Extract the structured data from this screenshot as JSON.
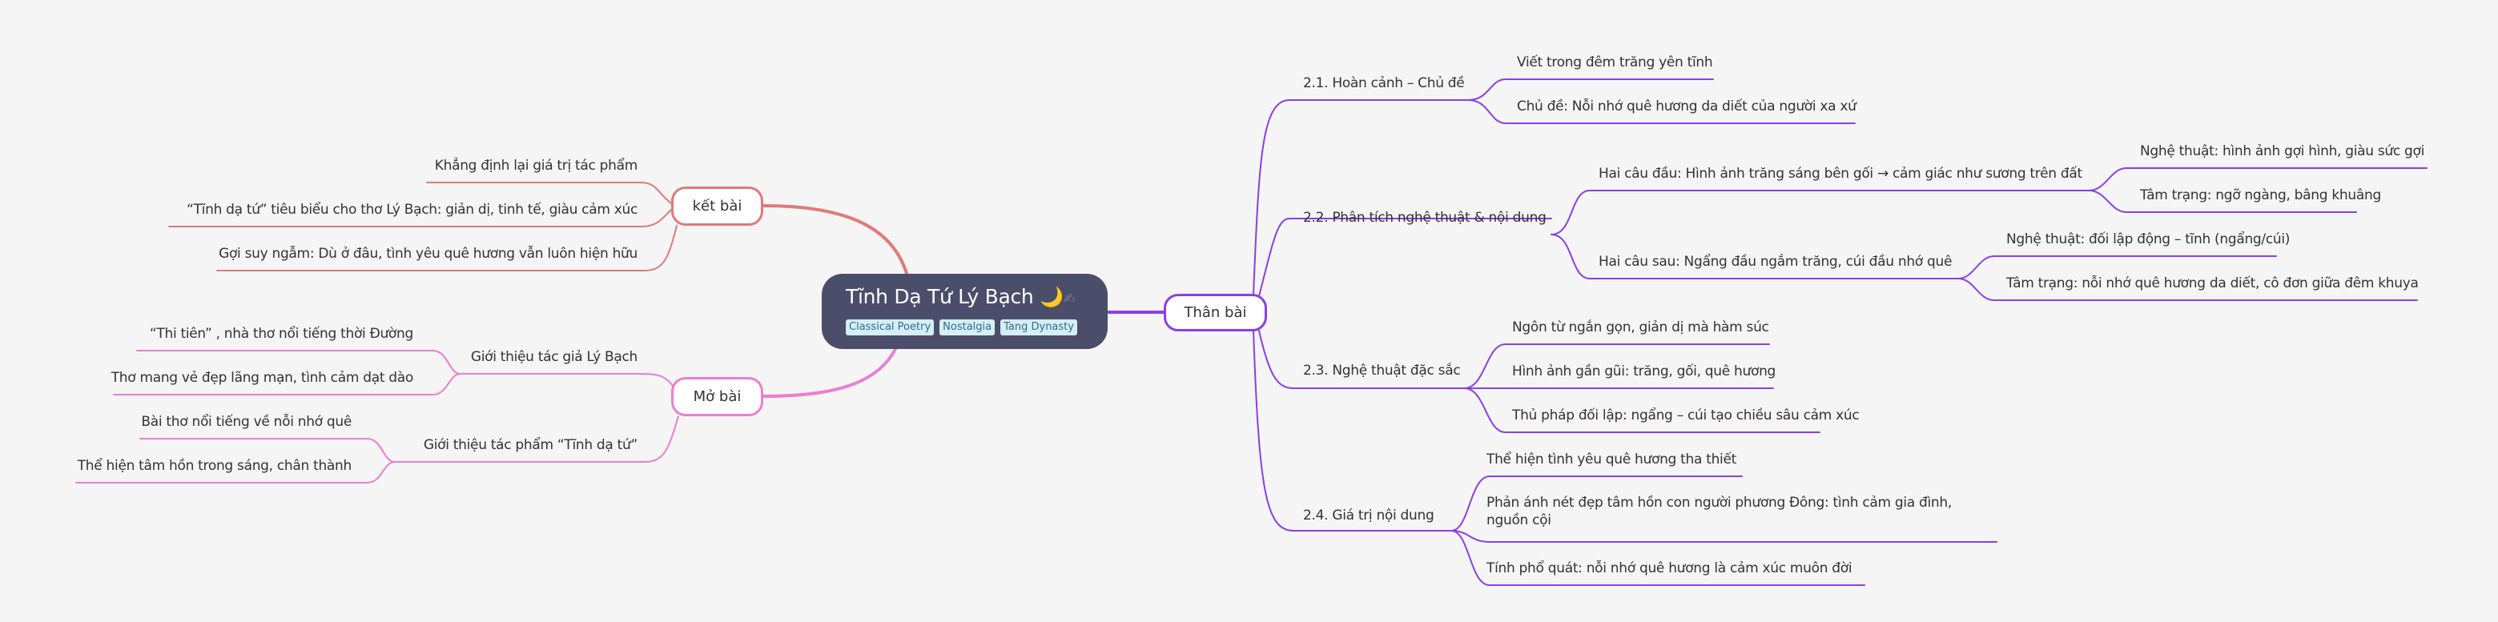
{
  "root": {
    "title": "Tĩnh Dạ Tứ Lý Bạch",
    "emoji_moon": "🌙",
    "emoji_writing": "✍",
    "tags": [
      "Classical Poetry",
      "Nostalgia",
      "Tang Dynasty"
    ]
  },
  "colors": {
    "ket_bai": "#e07a7a",
    "mo_bai": "#e97fd0",
    "than_bai": "#8a3fe6",
    "root_bg": "#4a4e6b",
    "tag_bg": "#d6eef6",
    "tag_text": "#2d6f86"
  },
  "ket_bai": {
    "label": "kết bài",
    "children": [
      "Khẳng định lại giá trị tác phẩm",
      "“Tĩnh dạ tứ”   tiêu biểu cho thơ Lý Bạch: giản dị, tinh tế, giàu cảm xúc",
      "Gợi suy ngẫm: Dù ở đâu, tình yêu quê hương vẫn luôn hiện hữu"
    ]
  },
  "mo_bai": {
    "label": "Mở bài",
    "children": [
      {
        "label": "Giới thiệu tác giả Lý Bạch",
        "children": [
          "“Thi tiên”  , nhà thơ nổi tiếng thời Đường",
          "Thơ mang vẻ đẹp lãng mạn, tình cảm dạt dào"
        ]
      },
      {
        "label": "Giới thiệu tác phẩm   “Tĩnh dạ tứ”",
        "children": [
          "Bài thơ nổi tiếng về nỗi nhớ quê",
          "Thể hiện tâm hồn trong sáng, chân thành"
        ]
      }
    ]
  },
  "than_bai": {
    "label": "Thân bài",
    "sections": [
      {
        "label": "2.1. Hoàn cảnh – Chủ đề",
        "children": [
          {
            "label": "Viết trong đêm trăng yên tĩnh"
          },
          {
            "label": "Chủ đề: Nỗi nhớ quê hương da diết của người xa xứ"
          }
        ]
      },
      {
        "label": "2.2. Phân tích nghệ thuật & nội dung",
        "children": [
          {
            "label": "Hai câu đầu: Hình ảnh trăng sáng bên gối → cảm giác như sương trên đất",
            "children": [
              "Nghệ thuật: hình ảnh gợi hình, giàu sức gợi",
              "Tâm trạng: ngỡ ngàng, bâng khuâng"
            ]
          },
          {
            "label": "Hai câu sau: Ngẩng đầu ngắm trăng, cúi đầu nhớ quê",
            "children": [
              "Nghệ thuật: đối lập động – tĩnh (ngẩng/cúi)",
              "Tâm trạng: nỗi nhớ quê hương da diết, cô đơn giữa đêm khuya"
            ]
          }
        ]
      },
      {
        "label": "2.3. Nghệ thuật đặc sắc",
        "children": [
          {
            "label": "Ngôn từ ngắn gọn, giản dị mà hàm súc"
          },
          {
            "label": "Hình ảnh gần gũi: trăng, gối, quê hương"
          },
          {
            "label": "Thủ pháp đối lập: ngẩng – cúi tạo chiều sâu cảm xúc"
          }
        ]
      },
      {
        "label": "2.4. Giá trị nội dung",
        "children": [
          {
            "label": "Thể hiện tình yêu quê hương tha thiết"
          },
          {
            "label": "Phản ánh nét đẹp tâm hồn con người phương Đông: tình cảm gia đình, nguồn cội"
          },
          {
            "label": "Tính phổ quát: nỗi nhớ quê hương là cảm xúc muôn đời"
          }
        ]
      }
    ]
  }
}
